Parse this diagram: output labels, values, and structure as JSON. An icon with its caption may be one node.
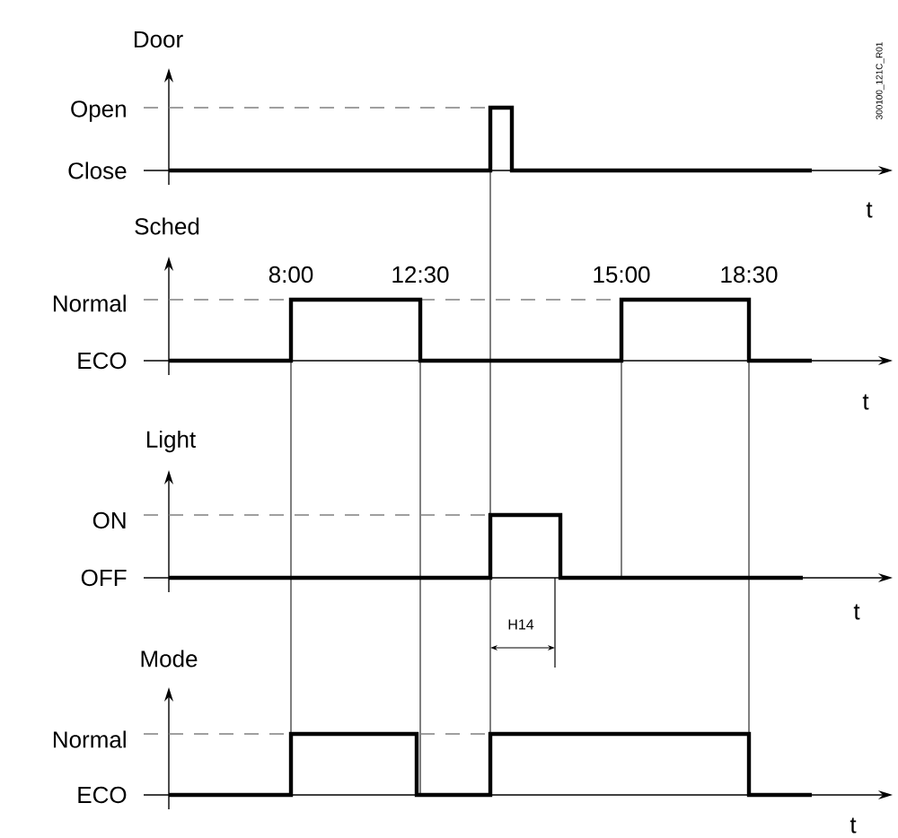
{
  "diagram": {
    "labels": [
      "Door",
      "Open",
      "Close",
      "t",
      "Sched",
      "8:00",
      "12:30",
      "15:00",
      "18:30",
      "Normal",
      "ECO",
      "t",
      "Light",
      "ON",
      "OFF",
      "t",
      "H14",
      "Mode",
      "Normal",
      "ECO",
      "t",
      "300100_121C_R01"
    ]
  }
}
